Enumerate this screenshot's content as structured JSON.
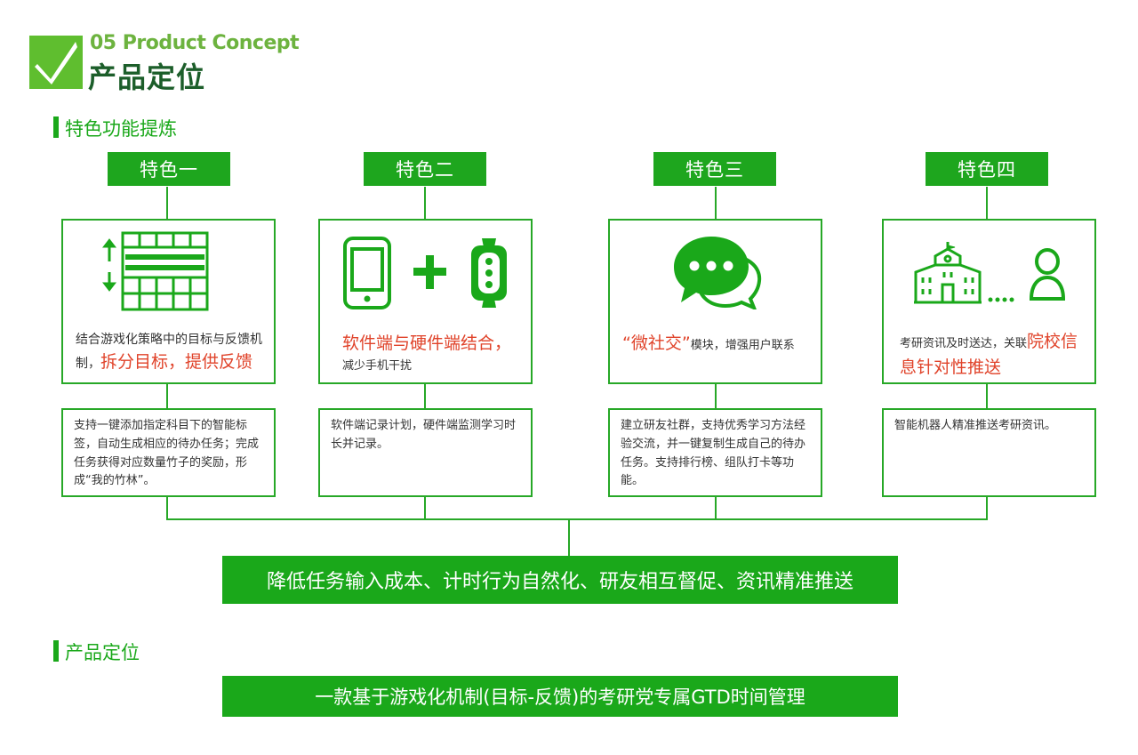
{
  "header": {
    "subtitle": "05 Product Concept",
    "title": "产品定位",
    "logo_icon": "checkmark-logo-icon"
  },
  "section1": {
    "heading": "特色功能提炼"
  },
  "features": [
    {
      "label": "特色一",
      "icon": "task-grid-icon",
      "card_text_plain": "结合游戏化策略中的目标与反馈机制，",
      "card_text_highlight": "拆分目标，提供反馈",
      "detail": "支持一键添加指定科目下的智能标签，自动生成相应的待办任务；完成任务获得对应数量竹子的奖励，形成“我的竹林”。"
    },
    {
      "label": "特色二",
      "icon": "phone-plus-watch-icon",
      "card_text_highlight": "软件端与硬件端结合，",
      "card_text_plain": "减少手机干扰",
      "detail": "软件端记录计划，硬件端监测学习时长并记录。"
    },
    {
      "label": "特色三",
      "icon": "chat-bubbles-icon",
      "card_text_highlight": "“微社交”",
      "card_text_plain": "模块，增强用户联系",
      "detail": "建立研友社群，支持优秀学习方法经验交流，并一键复制生成自己的待办任务。支持排行榜、组队打卡等功能。"
    },
    {
      "label": "特色四",
      "icon": "school-person-icon",
      "card_text_plain": "考研资讯及时送达，关联",
      "card_text_highlight": "院校信息针对性推送",
      "detail": "智能机器人精准推送考研资讯。"
    }
  ],
  "summary_banner": "降低任务输入成本、计时行为自然化、研友相互督促、资讯精准推送",
  "section2": {
    "heading": "产品定位"
  },
  "positioning_banner": "一款基于游戏化机制(目标-反馈)的考研党专属GTD时间管理",
  "colors": {
    "green": "#1aa81a",
    "dark_green": "#1c5e2a",
    "light_green": "#6db33f",
    "highlight_red": "#e0432a"
  }
}
